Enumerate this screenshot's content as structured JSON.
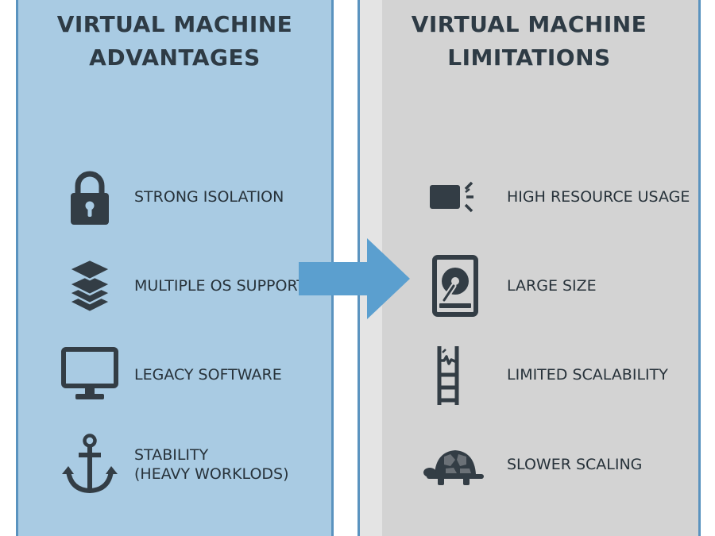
{
  "colors": {
    "advantages_bg": "#a9cbe3",
    "limitations_bg": "#d3d3d3",
    "border": "#5a93bf",
    "arrow": "#5b9fcf",
    "icon": "#333d45",
    "text": "#2e3b45"
  },
  "advantages": {
    "title_line1": "VIRTUAL MACHINE",
    "title_line2": "ADVANTAGES",
    "items": [
      {
        "icon": "lock-icon",
        "label": "STRONG ISOLATION"
      },
      {
        "icon": "layers-icon",
        "label": "MULTIPLE OS SUPPORT"
      },
      {
        "icon": "monitor-icon",
        "label": "LEGACY SOFTWARE"
      },
      {
        "icon": "anchor-icon",
        "label_line1": "STABILITY",
        "label_line2": "(HEAVY WORKLODS)"
      }
    ]
  },
  "limitations": {
    "title_line1": "VIRTUAL MACHINE",
    "title_line2": "LIMITATIONS",
    "items": [
      {
        "icon": "battery-drain-icon",
        "label": "HIGH RESOURCE USAGE"
      },
      {
        "icon": "hard-disk-icon",
        "label": "LARGE SIZE"
      },
      {
        "icon": "broken-ladder-icon",
        "label": "LIMITED SCALABILITY"
      },
      {
        "icon": "turtle-icon",
        "label": "SLOWER SCALING"
      }
    ]
  }
}
